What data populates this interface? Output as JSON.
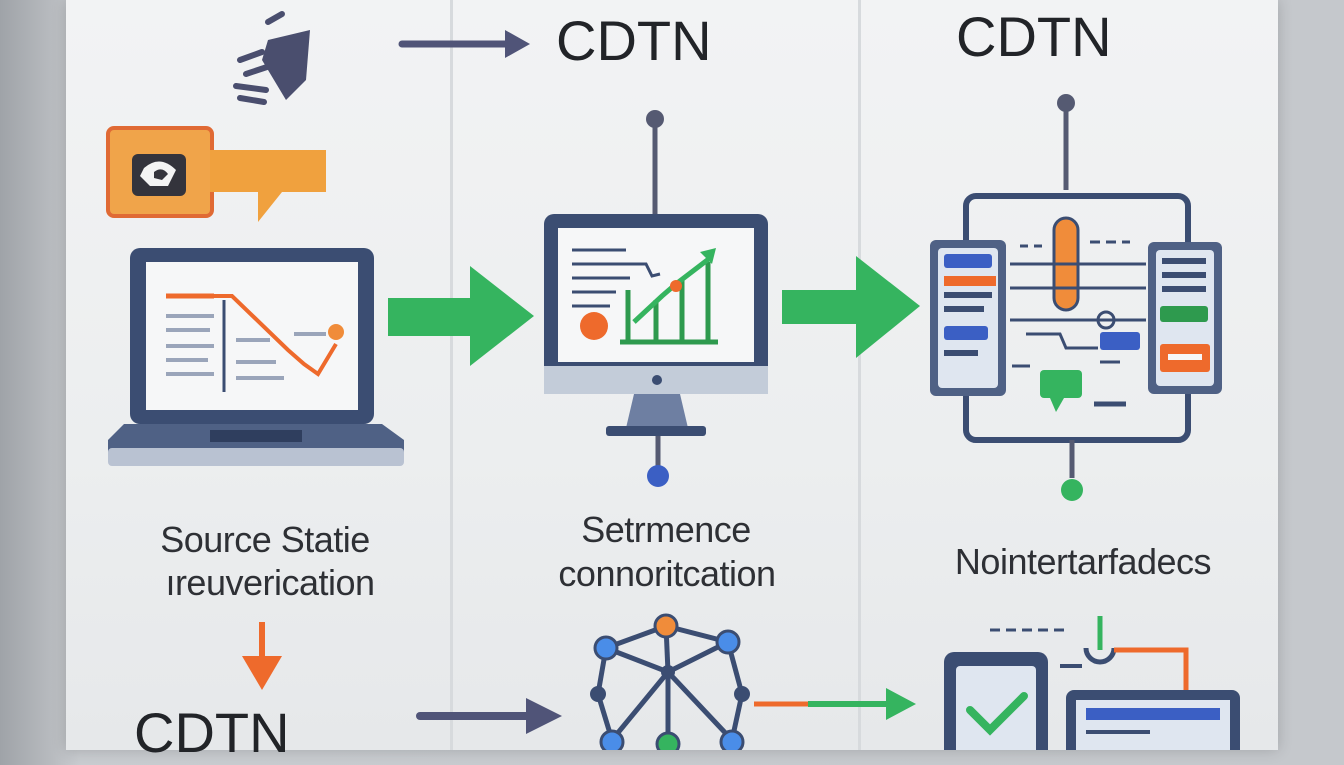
{
  "headings": {
    "top_middle": "CDTN",
    "top_right": "CDTN",
    "bottom_left": "CDTN"
  },
  "captions": {
    "left_line1": "Source Statie",
    "left_line2": "ıreuverication",
    "middle_line1": "Setrmence",
    "middle_line2": "connoritcation",
    "right": "Nointertarfadecs"
  },
  "colors": {
    "accent_green": "#35b45f",
    "accent_orange": "#ee6a2c",
    "navy": "#3b4d72",
    "slate": "#505478"
  }
}
